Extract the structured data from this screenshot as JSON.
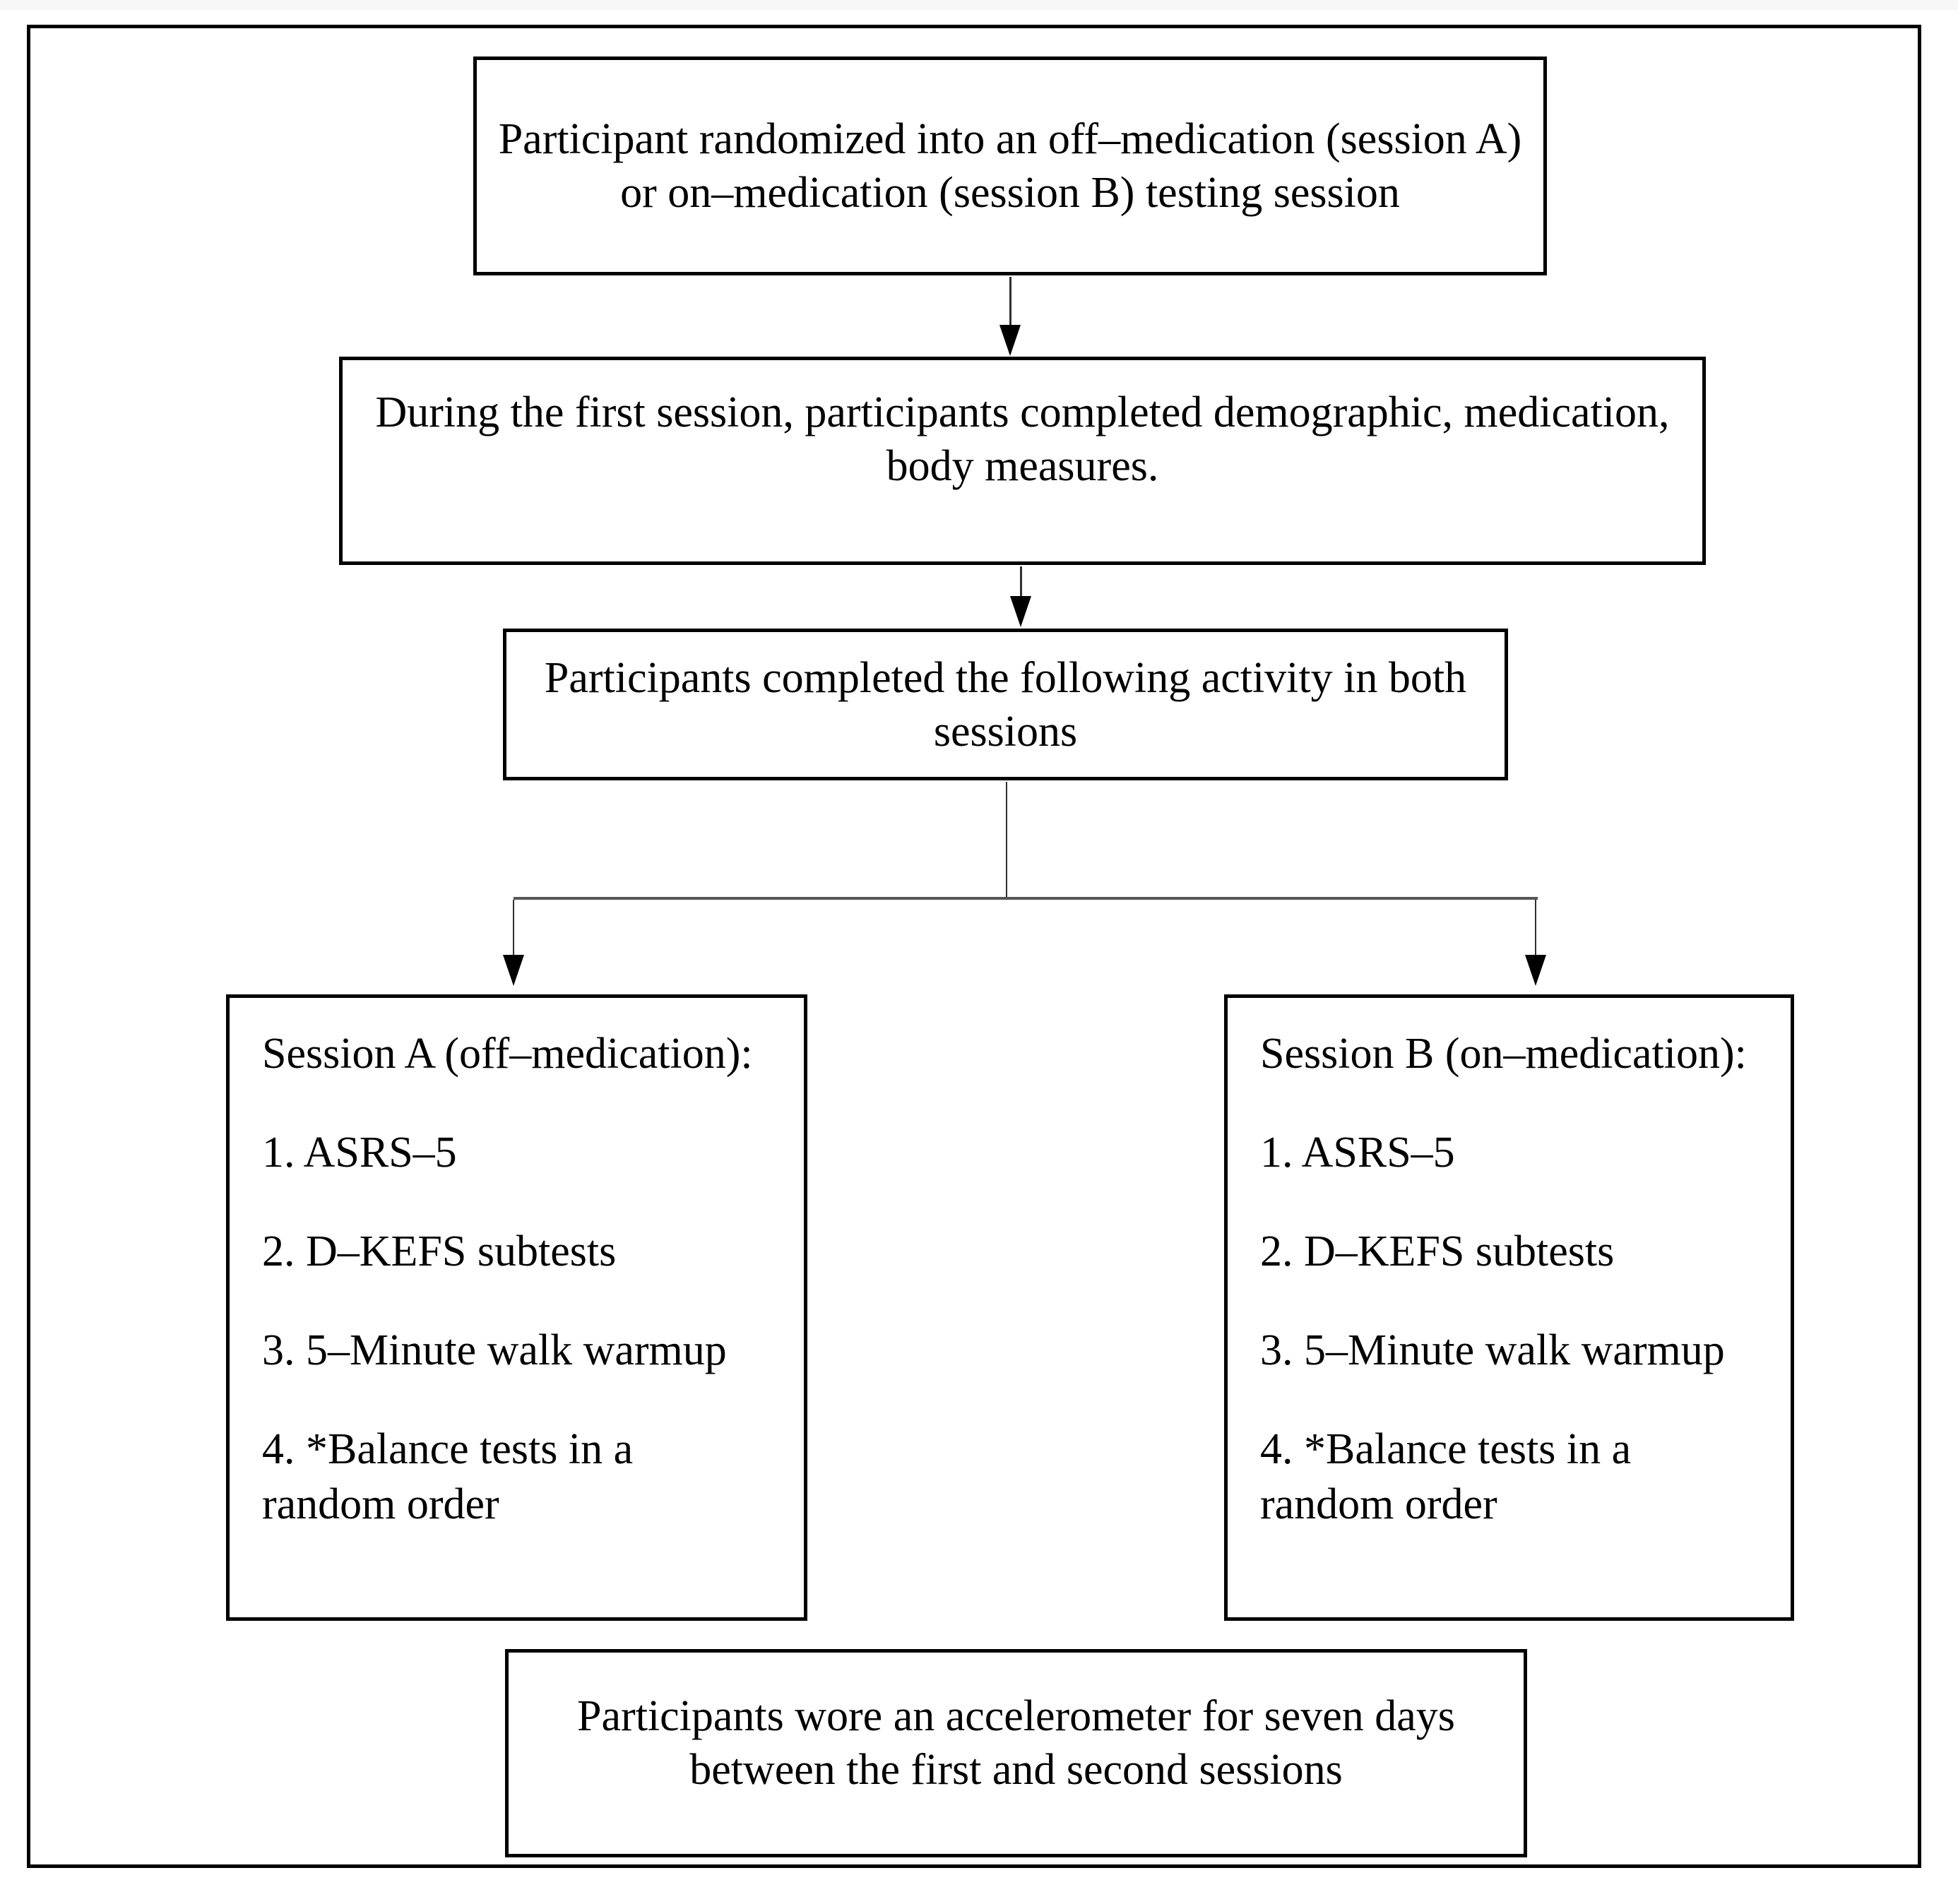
{
  "diagram": {
    "title_hint": "Study procedure flowchart",
    "colors": {
      "border": "#000000",
      "background": "#ffffff",
      "connector": "#555555"
    },
    "boxes": {
      "randomization": {
        "text": "Participant randomized into an off–medication (session A) or on–medication (session B) testing session"
      },
      "first_session": {
        "text": "During the first session, participants completed demographic, medication, body measures."
      },
      "both_sessions": {
        "text": "Participants completed the following activity in both sessions"
      },
      "session_a": {
        "title": "Session A (off–medication):",
        "items": [
          "1. ASRS–5",
          "2. D–KEFS subtests",
          "3. 5–Minute walk warmup",
          "4. *Balance tests in a random order"
        ]
      },
      "session_b": {
        "title": "Session B (on–medication):",
        "items": [
          "1. ASRS–5",
          "2. D–KEFS subtests",
          "3. 5–Minute walk warmup",
          "4. *Balance tests in a random order"
        ]
      },
      "accelerometer": {
        "text": "Participants wore an accelerometer for seven days between the first and second sessions"
      }
    }
  }
}
